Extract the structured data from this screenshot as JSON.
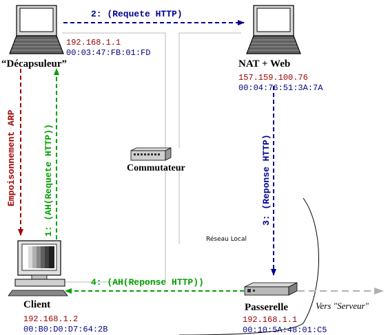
{
  "nodes": {
    "decapsuleur": {
      "name": "“Décapsuleur”",
      "ip": "192.168.1.1",
      "mac": "00:03:47:FB:01:FD"
    },
    "nat_web": {
      "name": "NAT + Web",
      "ip": "157.159.100.76",
      "mac": "00:04:76:51:3A:7A"
    },
    "client": {
      "name": "Client",
      "ip": "192.168.1.2",
      "mac": "00:B0:D0:D7:64:2B"
    },
    "passerelle": {
      "name": "Passerelle",
      "ip": "192.168.1.1",
      "mac": "00:10:5A:48:01:C5"
    },
    "commutateur": {
      "name": "Commutateur"
    }
  },
  "labels": {
    "step2": "2: (Requete HTTP)",
    "step3": "3: (Reponse HTTP)",
    "step1": "1: (AH(Requete HTTP))",
    "step4": "4: (AH(Reponse HTTP))",
    "arp": "Empoisonnement ARP",
    "lan": "Réseau Local",
    "vers": "Vers \"Serveur\""
  },
  "colors": {
    "blue": "#000090",
    "green": "#00a000",
    "red": "#a00000",
    "gray": "#a0a0a0"
  }
}
